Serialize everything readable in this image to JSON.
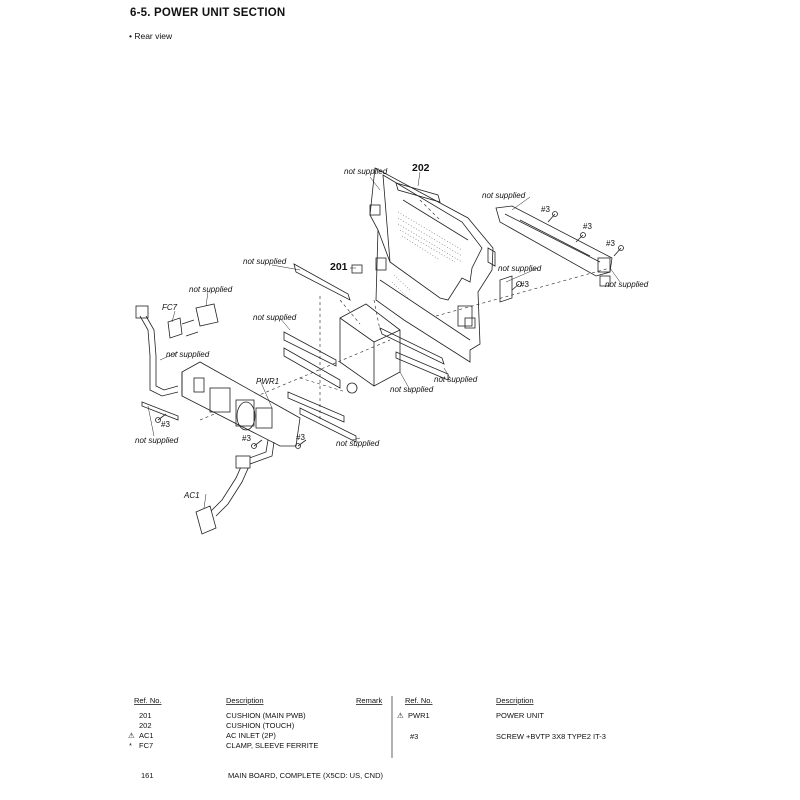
{
  "header": {
    "section_title": "6-5.   POWER  UNIT  SECTION",
    "view_label": "•  Rear view"
  },
  "diagram_labels": {
    "not_supplied": "not supplied",
    "part_202": "202",
    "part_201": "201",
    "screw_3": "#3",
    "fc7": "FC7",
    "pwr1": "PWR1",
    "ac1": "AC1"
  },
  "parts_table": {
    "left": {
      "headers": {
        "ref": "Ref. No.",
        "description": "Description",
        "remark": "Remark"
      },
      "rows": [
        {
          "mark": "",
          "ref": "201",
          "description": "CUSHION (MAIN PWB)"
        },
        {
          "mark": "",
          "ref": "202",
          "description": "CUSHION (TOUCH)"
        },
        {
          "mark": "⚠",
          "ref": "AC1",
          "description": "AC INLET (2P)"
        },
        {
          "mark": "*",
          "ref": "FC7",
          "description": "CLAMP, SLEEVE FERRITE"
        }
      ]
    },
    "right": {
      "headers": {
        "ref": "Ref. No.",
        "description": "Description"
      },
      "rows": [
        {
          "mark": "⚠",
          "ref": "PWR1",
          "description": "POWER UNIT"
        },
        {
          "mark": "",
          "ref": "#3",
          "description": "SCREW +BVTP 3X8 TYPE2 IT-3"
        }
      ]
    }
  },
  "footer": {
    "page_number": "161",
    "model_text": "MAIN BOARD, COMPLETE (X5CD: US, CND)"
  }
}
